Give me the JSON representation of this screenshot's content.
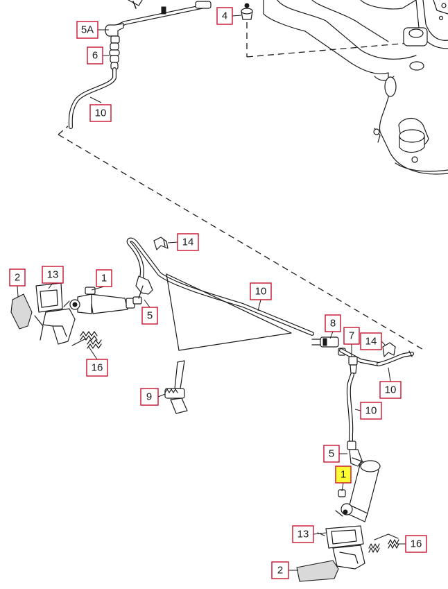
{
  "callouts": [
    {
      "id": "c-5a",
      "text": "5A",
      "highlighted": false
    },
    {
      "id": "c-4",
      "text": "4",
      "highlighted": false
    },
    {
      "id": "c-6",
      "text": "6",
      "highlighted": false
    },
    {
      "id": "c-10-top",
      "text": "10",
      "highlighted": false
    },
    {
      "id": "c-14-top",
      "text": "14",
      "highlighted": false
    },
    {
      "id": "c-2-left",
      "text": "2",
      "highlighted": false
    },
    {
      "id": "c-13-left",
      "text": "13",
      "highlighted": false
    },
    {
      "id": "c-1-left",
      "text": "1",
      "highlighted": false
    },
    {
      "id": "c-10-mid",
      "text": "10",
      "highlighted": false
    },
    {
      "id": "c-5-left",
      "text": "5",
      "highlighted": false
    },
    {
      "id": "c-16-left",
      "text": "16",
      "highlighted": false
    },
    {
      "id": "c-8",
      "text": "8",
      "highlighted": false
    },
    {
      "id": "c-7",
      "text": "7",
      "highlighted": false
    },
    {
      "id": "c-14-right",
      "text": "14",
      "highlighted": false
    },
    {
      "id": "c-9",
      "text": "9",
      "highlighted": false
    },
    {
      "id": "c-10-right",
      "text": "10",
      "highlighted": false
    },
    {
      "id": "c-10-lower",
      "text": "10",
      "highlighted": false
    },
    {
      "id": "c-5-right",
      "text": "5",
      "highlighted": false
    },
    {
      "id": "c-1-selected",
      "text": "1",
      "highlighted": true
    },
    {
      "id": "c-13-bottom",
      "text": "13",
      "highlighted": false
    },
    {
      "id": "c-16-bottom",
      "text": "16",
      "highlighted": false
    },
    {
      "id": "c-2-bottom",
      "text": "2",
      "highlighted": false
    }
  ],
  "colors": {
    "callout_border": "#c8102e",
    "highlight_fill": "#ffff33",
    "line": "#1a1a1a"
  }
}
